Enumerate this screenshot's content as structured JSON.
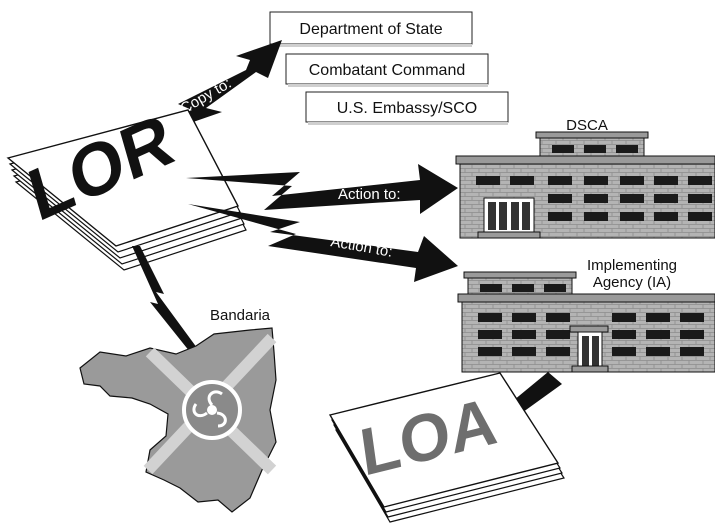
{
  "recipients": {
    "state": "Department of State",
    "combatant": "Combatant Command",
    "embassy": "U.S. Embassy/SCO"
  },
  "arrows": {
    "copy": "Copy to:",
    "action_dsca": "Action to:",
    "action_ia": "Action to:"
  },
  "buildings": {
    "dsca": "DSCA",
    "ia_line1": "Implementing",
    "ia_line2": "Agency (IA)"
  },
  "documents": {
    "lor": "LOR",
    "loa": "LOA"
  },
  "country": {
    "name": "Bandaria"
  },
  "colors": {
    "building_fill": "#b4b4b4",
    "window": "#1a1a1a",
    "map_fill": "#9a9a9a",
    "loa_text": "#6e6e6e",
    "lor_text": "#111111"
  }
}
